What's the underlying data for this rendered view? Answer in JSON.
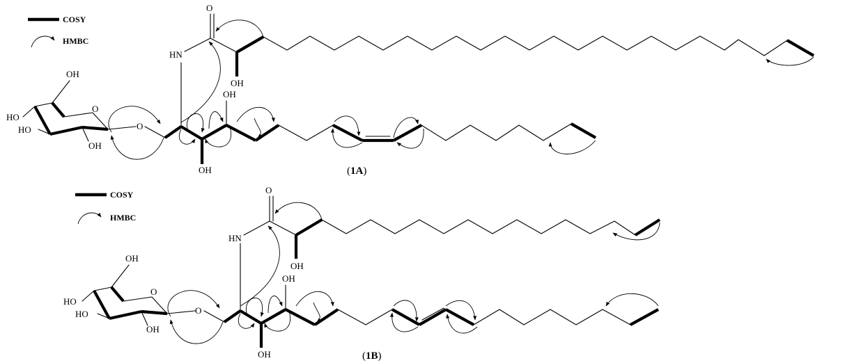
{
  "legend_top": {
    "cosy": "COSY",
    "hmbc": "HMBC"
  },
  "legend_bottom": {
    "cosy": "COSY",
    "hmbc": "HMBC"
  },
  "compound_1A": {
    "label_open": "(",
    "label_id": "1A",
    "label_close": ")",
    "atoms": {
      "oxygen_carbonyl": "O",
      "amide": "HN",
      "oh_2prime": "OH",
      "oh_3": "OH",
      "oh_4": "OH",
      "sugar_ring_o": "O",
      "glycosidic_o": "O",
      "oh_6sugar": "OH",
      "oh_4sugar": "HO",
      "oh_3sugar": "HO",
      "oh_2sugar": "OH"
    }
  },
  "compound_1B": {
    "label_open": "(",
    "label_id": "1B",
    "label_close": ")",
    "atoms": {
      "oxygen_carbonyl": "O",
      "amide": "HN",
      "oh_2prime": "OH",
      "oh_3": "OH",
      "oh_4": "OH",
      "sugar_ring_o": "O",
      "glycosidic_o": "O",
      "oh_6sugar": "OH",
      "oh_4sugar": "HO",
      "oh_3sugar": "HO",
      "oh_2sugar": "OH"
    }
  }
}
